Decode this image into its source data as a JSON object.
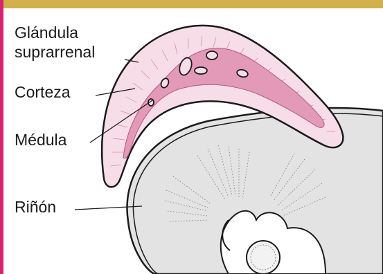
{
  "labels": {
    "glandula_line1": "Glándula",
    "glandula_line2": "suprarrenal",
    "corteza": "Corteza",
    "medula": "Médula",
    "rinon": "Riñón"
  },
  "colors": {
    "top_band": "#d2b04c",
    "left_rule": "#d6246e",
    "cortex_fill": "#f7dde7",
    "medulla_fill": "#e29ab8",
    "kidney_fill": "#e3e3e3",
    "outline": "#1a1a1a"
  }
}
